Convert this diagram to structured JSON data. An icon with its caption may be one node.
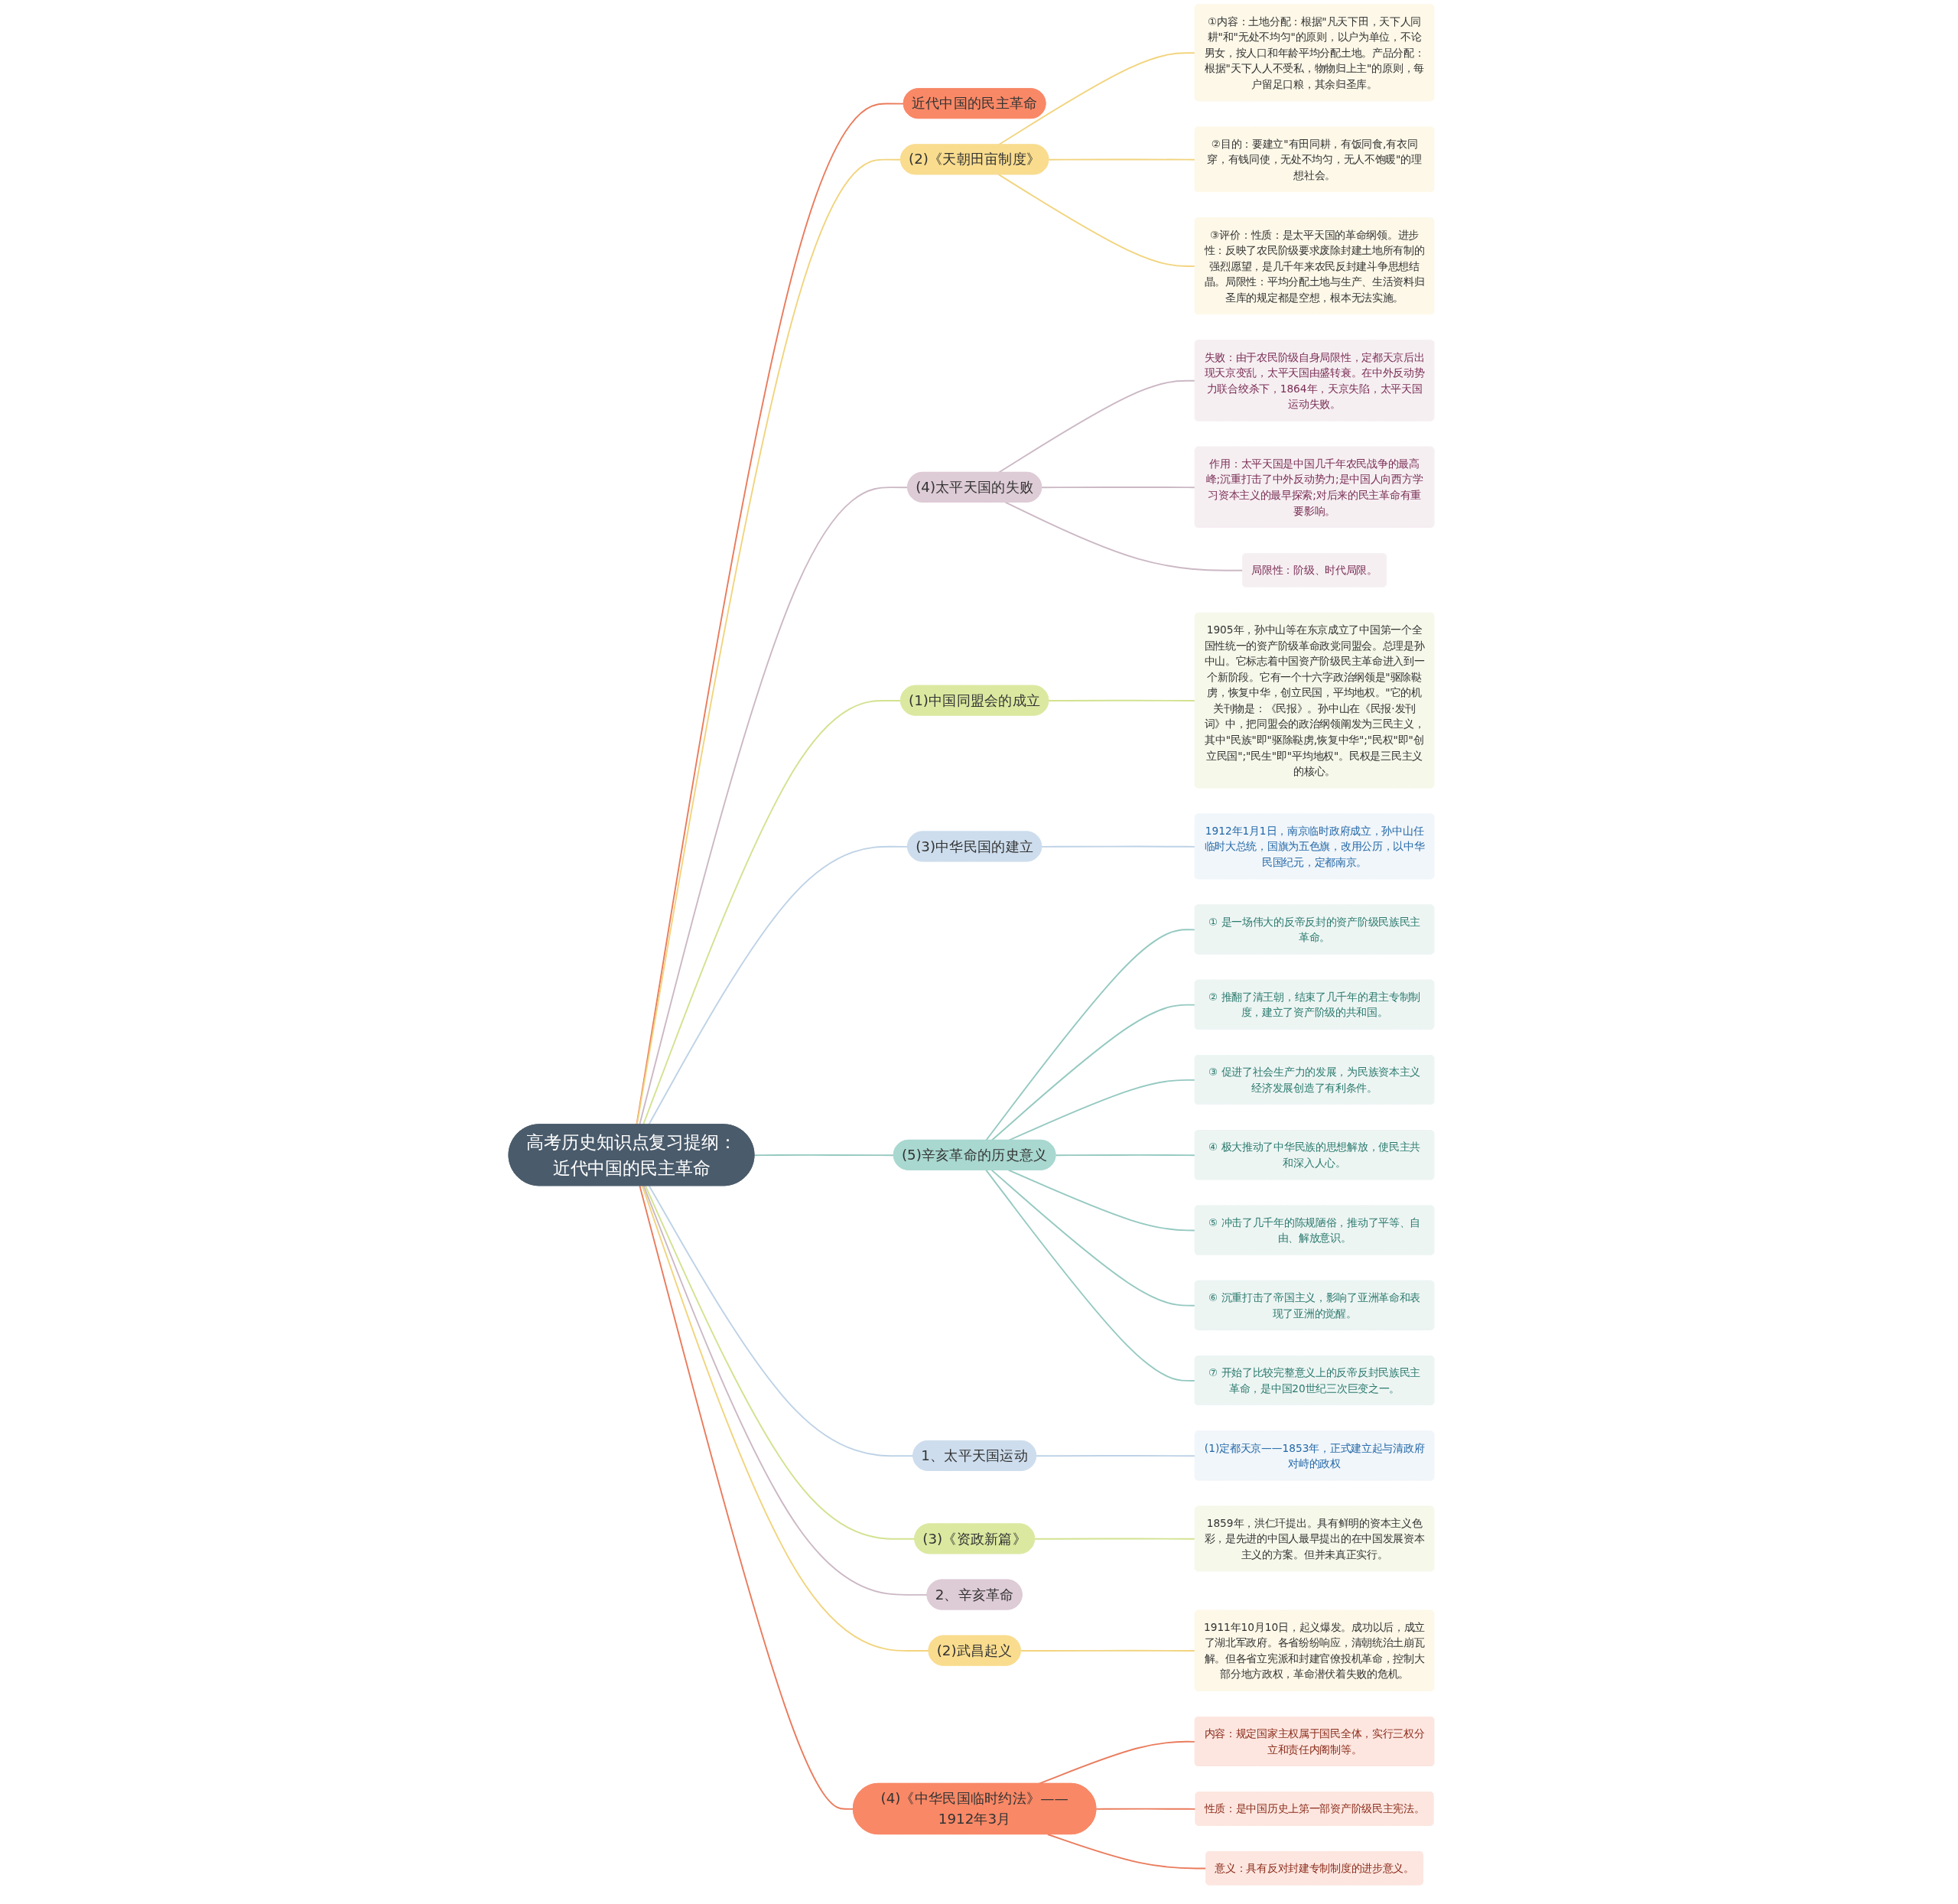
{
  "diagram": {
    "nodes": [
      {
        "text": [
          "高考历史知识点复习提纲：近代中国的民主革命"
        ]
      },
      {
        "text": [
          "近代中国的民主革命"
        ]
      },
      {
        "text": [
          "(2)《天朝田亩制度》"
        ]
      },
      {
        "text": [
          "①内容：土地分配：根据\"凡天下田，天下人同耕\"和\"无处不均匀\"的原则，以户为单位，不论男女，按人口和年龄平均分配土地。产品分配：根据\"天下人人不受私，物物归上主\"的原则，每户留足口粮，其余归圣库。"
        ]
      },
      {
        "text": [
          "②目的：要建立\"有田同耕，有饭同食,有衣同穿，有钱同使，无处不均匀，无人不饱暖\"的理想社会。"
        ]
      },
      {
        "text": [
          "③评价：性质：是太平天国的革命纲领。进步性：反映了农民阶级要求废除封建土地所有制的强烈愿望，是几千年来农民反封建斗争思想结晶。局限性：平均分配土地与生产、生活资料归圣库的规定都是空想，根本无法实施。"
        ]
      },
      {
        "text": [
          "(4)太平天国的失败"
        ]
      },
      {
        "text": [
          "失败：由于农民阶级自身局限性，定都天京后出现天京变乱，太平天国由盛转衰。在中外反动势力联合绞杀下，1864年，天京失陷，太平天国运动失败。"
        ]
      },
      {
        "text": [
          "作用：太平天国是中国几千年农民战争的最高峰;沉重打击了中外反动势力;是中国人向西方学习资本主义的最早探索;对后来的民主革命有重要影响。"
        ]
      },
      {
        "text": [
          "局限性：阶级、时代局限。"
        ]
      },
      {
        "text": [
          "(1)中国同盟会的成立"
        ]
      },
      {
        "text": [
          "1905年，孙中山等在东京成立了中国第一个全国性统一的资产阶级革命政党同盟会。总理是孙中山。它标志着中国资产阶级民主革命进入到一个新阶段。它有一个十六字政治纲领是\"驱除鞑虏，恢复中华，创立民国，平均地权。\"它的机关刊物是：《民报》。孙中山在《民报·发刊词》中，把同盟会的政治纲领阐发为三民主义，其中\"民族\"即\"驱除鞑虏,恢复中华\";\"民权\"即\"创立民国\";\"民生\"即\"平均地权\"。民权是三民主义的核心。"
        ]
      },
      {
        "text": [
          "(3)中华民国的建立"
        ]
      },
      {
        "text": [
          "1912年1月1日，南京临时政府成立，孙中山任临时大总统，国旗为五色旗，改用公历，以中华民国纪元，定都南京。"
        ]
      },
      {
        "text": [
          "(5)辛亥革命的历史意义"
        ]
      },
      {
        "text": [
          "① 是一场伟大的反帝反封的资产阶级民族民主革命。"
        ]
      },
      {
        "text": [
          "② 推翻了清王朝，结束了几千年的君主专制制度，建立了资产阶级的共和国。"
        ]
      },
      {
        "text": [
          "③ 促进了社会生产力的发展，为民族资本主义经济发展创造了有利条件。"
        ]
      },
      {
        "text": [
          "④ 极大推动了中华民族的思想解放，使民主共和深入人心。"
        ]
      },
      {
        "text": [
          "⑤ 冲击了几千年的陈规陋俗，推动了平等、自由、解放意识。"
        ]
      },
      {
        "text": [
          "⑥ 沉重打击了帝国主义，影响了亚洲革命和表现了亚洲的觉醒。"
        ]
      },
      {
        "text": [
          "⑦ 开始了比较完整意义上的反帝反封民族民主革命，是中国20世纪三次巨变之一。"
        ]
      },
      {
        "text": [
          "1、太平天国运动"
        ]
      },
      {
        "text": [
          "(1)定都天京——1853年，正式建立起与清政府对峙的政权"
        ]
      },
      {
        "text": [
          "(3)《资政新篇》"
        ]
      },
      {
        "text": [
          "1859年，洪仁玕提出。具有鲜明的资本主义色彩，是先进的中国人最早提出的在中国发展资本主义的方案。但并未真正实行。"
        ]
      },
      {
        "text": [
          "2、辛亥革命"
        ]
      },
      {
        "text": [
          "(2)武昌起义"
        ]
      },
      {
        "text": [
          "1911年10月10日，起义爆发。成功以后，成立了湖北军政府。各省纷纷响应，清朝统治土崩瓦解。但各省立宪派和封建官僚投机革命，控制大部分地方政权，革命潜伏着失败的危机。"
        ]
      },
      {
        "text": [
          "(4)《中华民国临时约法》——1912年3月"
        ]
      },
      {
        "text": [
          "内容：规定国家主权属于国民全体，实行三权分立和责任内阁制等。"
        ]
      },
      {
        "text": [
          "性质：是中国历史上第一部资产阶级民主宪法。"
        ]
      },
      {
        "text": [
          "意义：具有反对封建专制制度的进步意义。"
        ]
      }
    ],
    "edges": [
      {
        "from": 0,
        "to": 1,
        "arrow": "none",
        "color": "#ea7b5c"
      },
      {
        "from": 0,
        "to": 2,
        "arrow": "none",
        "color": "#f2d47e"
      },
      {
        "from": 2,
        "to": 3,
        "arrow": "none",
        "color": "#f2d47e"
      },
      {
        "from": 2,
        "to": 4,
        "arrow": "none",
        "color": "#f2d47e"
      },
      {
        "from": 2,
        "to": 5,
        "arrow": "none",
        "color": "#f2d47e"
      },
      {
        "from": 0,
        "to": 6,
        "arrow": "none",
        "color": "#cbb8c4"
      },
      {
        "from": 6,
        "to": 7,
        "arrow": "none",
        "color": "#cbb8c4"
      },
      {
        "from": 6,
        "to": 8,
        "arrow": "none",
        "color": "#cbb8c4"
      },
      {
        "from": 6,
        "to": 9,
        "arrow": "none",
        "color": "#cbb8c4"
      },
      {
        "from": 0,
        "to": 10,
        "arrow": "none",
        "color": "#d2e290"
      },
      {
        "from": 10,
        "to": 11,
        "arrow": "none",
        "color": "#d2e290"
      },
      {
        "from": 0,
        "to": 12,
        "arrow": "none",
        "color": "#bed2e6"
      },
      {
        "from": 12,
        "to": 13,
        "arrow": "none",
        "color": "#bed2e6"
      },
      {
        "from": 0,
        "to": 14,
        "arrow": "none",
        "color": "#95c9c1"
      },
      {
        "from": 14,
        "to": 15,
        "arrow": "none",
        "color": "#95c9c1"
      },
      {
        "from": 14,
        "to": 16,
        "arrow": "none",
        "color": "#95c9c1"
      },
      {
        "from": 14,
        "to": 17,
        "arrow": "none",
        "color": "#95c9c1"
      },
      {
        "from": 14,
        "to": 18,
        "arrow": "none",
        "color": "#95c9c1"
      },
      {
        "from": 14,
        "to": 19,
        "arrow": "none",
        "color": "#95c9c1"
      },
      {
        "from": 14,
        "to": 20,
        "arrow": "none",
        "color": "#95c9c1"
      },
      {
        "from": 14,
        "to": 21,
        "arrow": "none",
        "color": "#95c9c1"
      },
      {
        "from": 0,
        "to": 22,
        "arrow": "none",
        "color": "#bed2e6"
      },
      {
        "from": 22,
        "to": 23,
        "arrow": "none",
        "color": "#bed2e6"
      },
      {
        "from": 0,
        "to": 24,
        "arrow": "none",
        "color": "#d2e290"
      },
      {
        "from": 24,
        "to": 25,
        "arrow": "none",
        "color": "#d2e290"
      },
      {
        "from": 0,
        "to": 26,
        "arrow": "none",
        "color": "#cbb8c4"
      },
      {
        "from": 0,
        "to": 27,
        "arrow": "none",
        "color": "#f2d47e"
      },
      {
        "from": 27,
        "to": 28,
        "arrow": "none",
        "color": "#f2d47e"
      },
      {
        "from": 0,
        "to": 29,
        "arrow": "none",
        "color": "#ea7b5c"
      },
      {
        "from": 29,
        "to": 30,
        "arrow": "none",
        "color": "#ea7b5c"
      },
      {
        "from": 29,
        "to": 31,
        "arrow": "none",
        "color": "#ea7b5c"
      },
      {
        "from": 29,
        "to": 32,
        "arrow": "none",
        "color": "#ea7b5c"
      }
    ]
  }
}
